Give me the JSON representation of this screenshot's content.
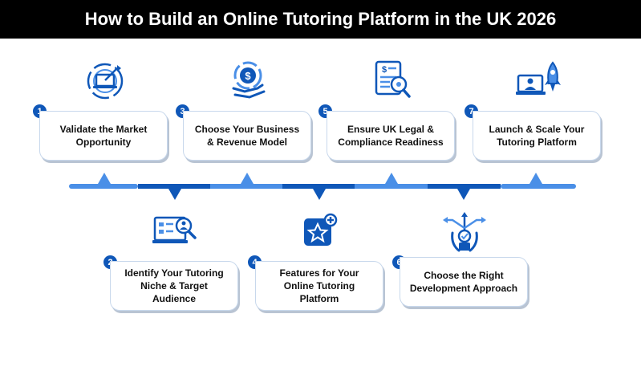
{
  "title": "How to Build an Online Tutoring Platform in the UK 2026",
  "colors": {
    "accent_dark": "#0f57b8",
    "accent_light": "#4a8fe7",
    "title_bg": "#000000"
  },
  "steps": [
    {
      "number": "1",
      "label": "Validate the Market Opportunity",
      "icon": "target-laptop-icon"
    },
    {
      "number": "2",
      "label": "Identify Your Tutoring Niche & Target Audience",
      "icon": "audience-search-icon"
    },
    {
      "number": "3",
      "label": "Choose Your Business & Revenue Model",
      "icon": "dollar-hand-icon"
    },
    {
      "number": "4",
      "label": "Features for Your Online Tutoring Platform",
      "icon": "star-plus-icon"
    },
    {
      "number": "5",
      "label": "Ensure UK Legal & Compliance Readiness",
      "icon": "document-search-icon"
    },
    {
      "number": "6",
      "label": "Choose the Right Development Approach",
      "icon": "decision-arrows-icon"
    },
    {
      "number": "7",
      "label": "Launch & Scale Your Tutoring Platform",
      "icon": "rocket-laptop-icon"
    }
  ]
}
